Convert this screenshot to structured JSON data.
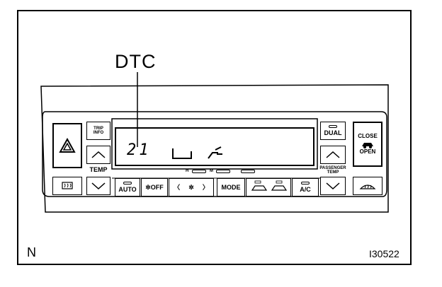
{
  "callout": {
    "label": "DTC"
  },
  "corner_mark": "N",
  "figure_id": "I30522",
  "panel": {
    "trip_info": "TRIP INFO",
    "temp": "TEMP",
    "passenger_temp": "PASSENGER TEMP",
    "dual": "DUAL",
    "close": "CLOSE",
    "open": "OPEN",
    "auto": "AUTO",
    "off": "OFF",
    "mode": "MODE",
    "ac": "A/C",
    "fan_levels": {
      "h": "H",
      "m": "M"
    },
    "display": {
      "digits": "21"
    }
  }
}
